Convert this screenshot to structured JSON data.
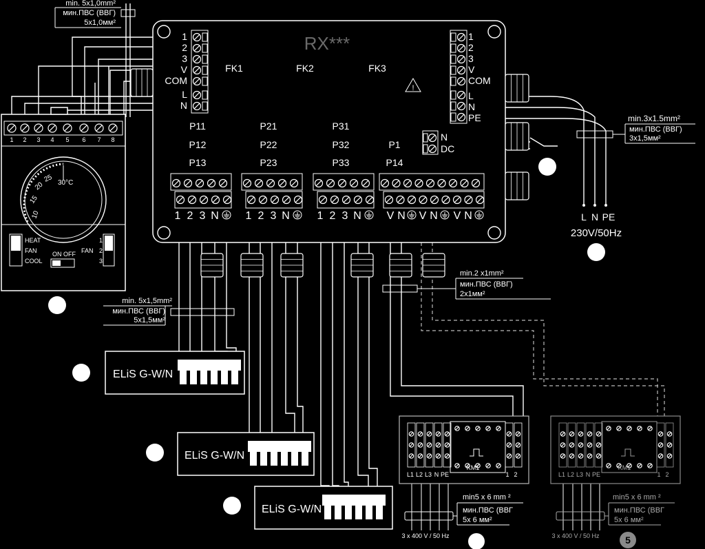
{
  "controller": {
    "model": "RX***",
    "fk_labels": [
      "FK1",
      "FK2",
      "FK3"
    ],
    "left_terminals": [
      "1",
      "2",
      "3",
      "V",
      "COM",
      "L",
      "N"
    ],
    "right_terminals": [
      "1",
      "2",
      "3",
      "V",
      "COM",
      "L",
      "N",
      "PE"
    ],
    "ndc_terminals": [
      "N",
      "DC"
    ],
    "p_col1": [
      "P11",
      "P12",
      "P13"
    ],
    "p_col2": [
      "P21",
      "P22",
      "P23"
    ],
    "p_col3": [
      "P31",
      "P32",
      "P33"
    ],
    "p_col4": [
      "P1",
      "P14"
    ],
    "out_group_labels": [
      "1",
      "2",
      "3",
      "N"
    ],
    "pump_group_labels": [
      "V",
      "N",
      "V",
      "N",
      "V",
      "N"
    ]
  },
  "thermostat": {
    "terminals": [
      "1",
      "2",
      "3",
      "4",
      "5",
      "6",
      "7",
      "8"
    ],
    "scale": [
      "10",
      "15",
      "20",
      "25"
    ],
    "max_label": "30°C",
    "mode_labels": [
      "HEAT",
      "FAN",
      "COOL"
    ],
    "switch_labels": [
      "ON",
      "OFF"
    ],
    "fan_label": "FAN",
    "fan_positions": [
      "1",
      "2",
      "3"
    ]
  },
  "cables": {
    "top_left": [
      "min. 5x1,0mm²",
      "мин.ПВС (ВВГ)",
      "5x1,0мм²"
    ],
    "power": [
      "min.3x1.5mm²",
      "мин.ПВС (ВВГ)",
      "3x1,5мм²"
    ],
    "power_labels": [
      "L",
      "N",
      "PE"
    ],
    "power_voltage": "230V/50Hz",
    "thermostat_out": [
      "min. 5x1,5mm²",
      "мин.ПВС (ВВГ)",
      "5x1,5мм²"
    ],
    "signal": [
      "min.2 x1mm²",
      "мин.ПВС (ВВГ)",
      "2x1мм²"
    ],
    "contactor_1": [
      "min5 x  6 mm ²",
      "мин.ПВС (ВВГ",
      "5x 6 мм²"
    ],
    "contactor_2": [
      "min5 x  6 mm ²",
      "мин.ПВС (ВВГ",
      "5x 6 мм²"
    ]
  },
  "heaters": [
    "ELiS G-W/N",
    "ELiS G-W/N",
    "ELiS G-W/N"
  ],
  "contactors": [
    {
      "label": "KM1",
      "terminals": [
        "L1",
        "L2",
        "L3",
        "N",
        "PE"
      ],
      "coil": [
        "1",
        "2"
      ],
      "supply": "3 x 400 V / 50 Hz"
    },
    {
      "label": "KM1",
      "terminals": [
        "L1",
        "L2",
        "L3",
        "N",
        "PE"
      ],
      "coil": [
        "1",
        "2"
      ],
      "supply": "3 x 400 V / 50 Hz"
    }
  ],
  "badge_5": "5"
}
